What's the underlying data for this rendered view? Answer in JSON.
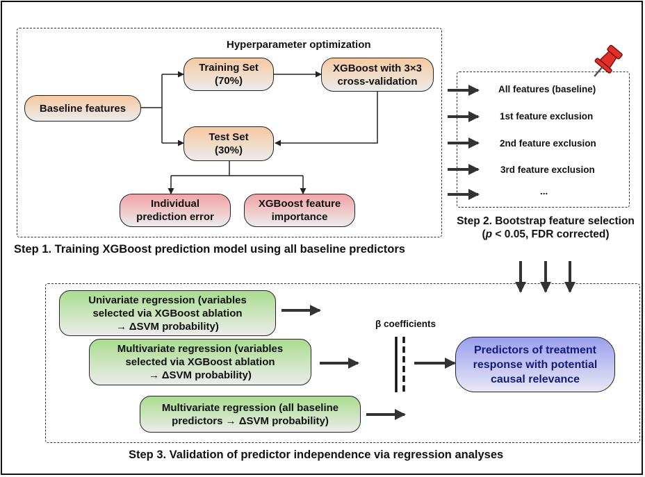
{
  "step1": {
    "hyperparam_label": "Hyperparameter optimization",
    "baseline": "Baseline features",
    "training_l1": "Training Set",
    "training_l2": "(70%)",
    "xgb_l1": "XGBoost with 3×3",
    "xgb_l2": "cross-validation",
    "test_l1": "Test Set",
    "test_l2": "(30%)",
    "err_l1": "Individual",
    "err_l2": "prediction error",
    "imp_l1": "XGBoost feature",
    "imp_l2": "importance",
    "caption": "Step 1. Training XGBoost prediction model using all baseline predictors"
  },
  "step2": {
    "items": [
      "All features (baseline)",
      "1st feature exclusion",
      "2nd feature exclusion",
      "3rd feature exclusion",
      "..."
    ],
    "caption_l1": "Step 2. Bootstrap feature selection",
    "caption_p": "p",
    "caption_l2_rest": " < 0.05, FDR corrected)",
    "caption_l2_open": "("
  },
  "step3": {
    "uni_l1": "Univariate regression (variables",
    "uni_l2": "selected via XGBoost ablation",
    "uni_l3": "→ ΔSVM probability)",
    "multi_l1": "Multivariate regression (variables",
    "multi_l2": "selected via XGBoost ablation",
    "multi_l3": "→ ΔSVM probability)",
    "all_l1": "Multivariate regression (all baseline",
    "all_l2": "predictors → ΔSVM probability)",
    "beta": "β coefficients",
    "out_l1": "Predictors of treatment",
    "out_l2": "response with potential",
    "out_l3": "causal relevance",
    "caption": "Step 3. Validation of predictor independence via regression analyses"
  },
  "colors": {
    "orange": "#f6c9a0",
    "pink": "#f2a3a6",
    "green": "#a9dd8e",
    "blue": "#9a9fee",
    "pin": "#e0302a"
  },
  "icons": [
    "pushpin-icon"
  ]
}
